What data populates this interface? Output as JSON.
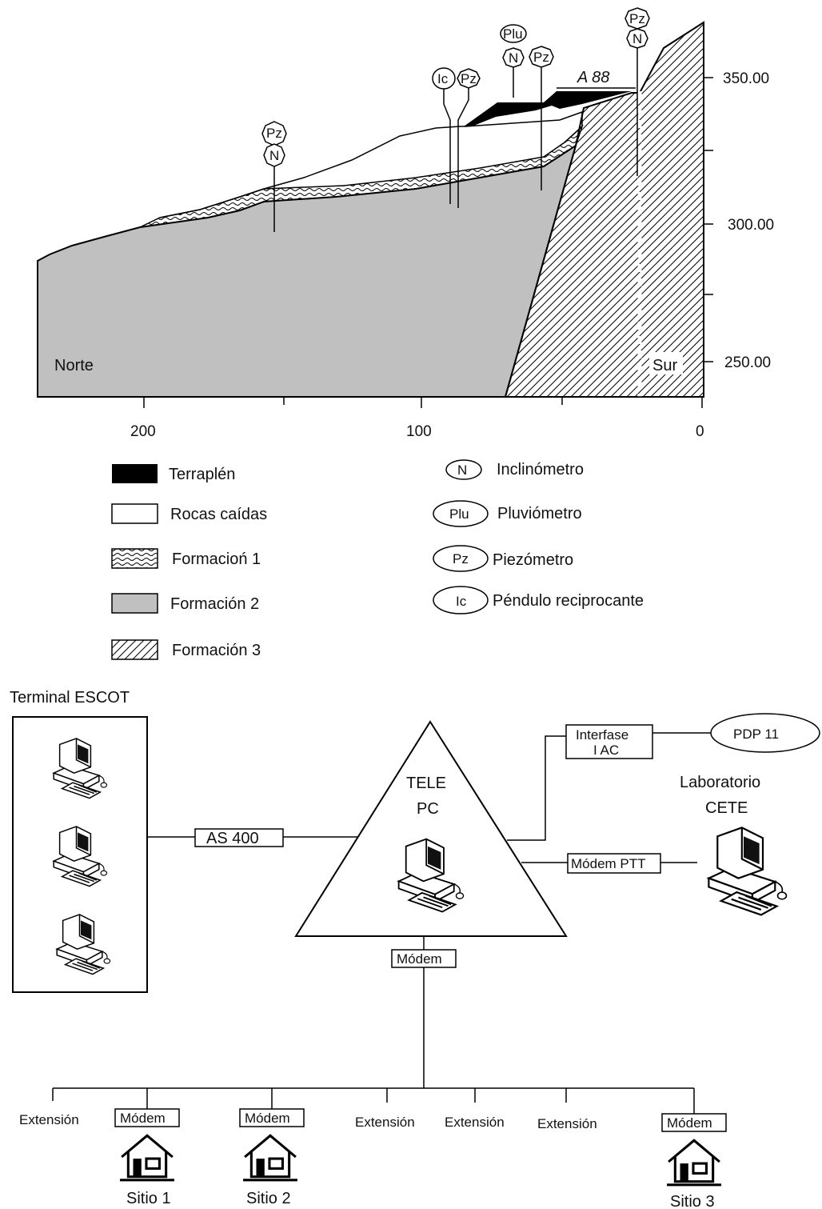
{
  "section_profile": {
    "y_ticks": [
      "350.00",
      "300.00",
      "250.00"
    ],
    "x_ticks": [
      "200",
      "100",
      "0"
    ],
    "side_left": "Norte",
    "side_right": "Sur",
    "road_label": "A 88",
    "instrument_codes": {
      "pz": "Pz",
      "n": "N",
      "ic": "Ic",
      "plu": "Plu"
    }
  },
  "legend": {
    "materials": [
      {
        "key": "terraplen",
        "label": "Terraplén"
      },
      {
        "key": "rocas",
        "label": "Rocas caídas"
      },
      {
        "key": "formacion1",
        "label": "Formacioń 1"
      },
      {
        "key": "formacion2",
        "label": "Formación  2"
      },
      {
        "key": "formacion3",
        "label": "Formación 3"
      }
    ],
    "instruments": [
      {
        "code": "N",
        "label": "Inclinómetro"
      },
      {
        "code": "Plu",
        "label": "Pluviómetro"
      },
      {
        "code": "Pz",
        "label": "Piezómetro"
      },
      {
        "code": "Ic",
        "label": "Péndulo reciprocante"
      }
    ]
  },
  "network": {
    "terminal_title": "Terminal ESCOT",
    "as400": "AS  400",
    "tele_line1": "TELE",
    "tele_line2": "PC",
    "interfase_line1": "Interfase",
    "interfase_line2": "I  AC",
    "pdp": "PDP   11",
    "lab_line1": "Laboratorio",
    "lab_line2": "CETE",
    "modem_ptt": "Módem PTT",
    "modem": "Módem",
    "extension": "Extensión",
    "sites": [
      "Sitio 1",
      "Sitio 2",
      "Sitio 3"
    ]
  },
  "colors": {
    "formation2_fill": "#c0c0c0",
    "line": "#000000"
  }
}
